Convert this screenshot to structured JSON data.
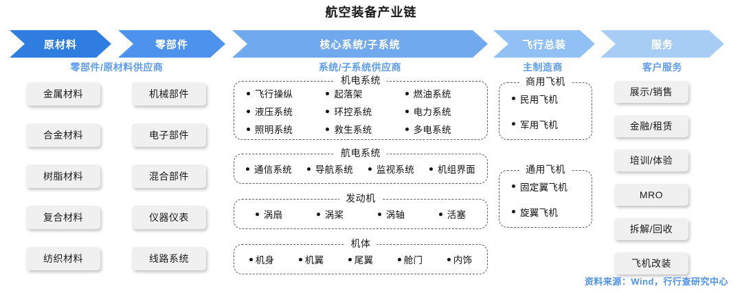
{
  "title": "航空装备产业链",
  "chain": {
    "stages": [
      {
        "label": "原材料",
        "color": "#2f7de1"
      },
      {
        "label": "零部件",
        "color": "#4d92ec"
      },
      {
        "label": "核心系统/子系统",
        "color": "#71a9ee"
      },
      {
        "label": "飞行总装",
        "color": "#91c0f4"
      },
      {
        "label": "服务",
        "color": "#a8cdf5"
      }
    ],
    "captions": [
      "零部件/原材料供应商",
      "系统/子系统供应商",
      "主制造商",
      "客户服务"
    ]
  },
  "columns": {
    "raw_materials": [
      "金属材料",
      "合金材料",
      "树脂材料",
      "复合材料",
      "纺织材料"
    ],
    "components": [
      "机械部件",
      "电子部件",
      "混合部件",
      "仪器仪表",
      "线路系统"
    ],
    "services": [
      "展示/销售",
      "金融/租赁",
      "培训/体验",
      "MRO",
      "拆解/回收",
      "飞机改装"
    ]
  },
  "systems": [
    {
      "name": "机电系统",
      "items": [
        "飞行操纵",
        "起落架",
        "燃油系统",
        "液压系统",
        "环控系统",
        "电力系统",
        "照明系统",
        "救生系统",
        "多电系统"
      ]
    },
    {
      "name": "航电系统",
      "items": [
        "通信系统",
        "导航系统",
        "监视系统",
        "机组界面"
      ]
    },
    {
      "name": "发动机",
      "items": [
        "涡扇",
        "涡桨",
        "涡轴",
        "活塞"
      ]
    },
    {
      "name": "机体",
      "items": [
        "机身",
        "机翼",
        "尾翼",
        "舱门",
        "内饰"
      ]
    }
  ],
  "aircraft": [
    {
      "name": "商用飞机",
      "items": [
        "民用飞机",
        "军用飞机"
      ]
    },
    {
      "name": "通用飞机",
      "items": [
        "固定翼飞机",
        "旋翼飞机"
      ]
    }
  ],
  "source": "资料来源：Wind，行行查研究中心",
  "colors": {
    "accent": "#4d92ec",
    "pill_bg": "#f0f0f0",
    "dash_border": "#5a5a5a"
  }
}
